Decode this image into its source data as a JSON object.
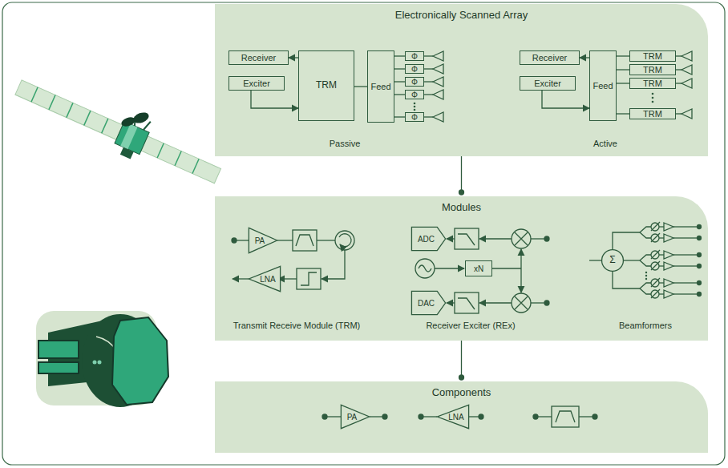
{
  "diagram": {
    "nodes": [
      {
        "text": [
          "Electronically Scanned Array"
        ]
      },
      {
        "text": [
          "Receiver"
        ],
        "in": 0
      },
      {
        "text": [
          "Exciter"
        ],
        "in": 0
      },
      {
        "text": [
          "TRM"
        ],
        "in": 0
      },
      {
        "text": [
          "Feed"
        ],
        "in": 0
      },
      {
        "text": [
          "Φ"
        ],
        "in": 0
      },
      {
        "text": [
          "Φ"
        ],
        "in": 0
      },
      {
        "text": [
          "Φ"
        ],
        "in": 0
      },
      {
        "text": [
          "Φ"
        ],
        "in": 0
      },
      {
        "text": [
          "Φ"
        ],
        "in": 0
      },
      {
        "text": [
          "Receiver"
        ],
        "in": 0
      },
      {
        "text": [
          "Exciter"
        ],
        "in": 0
      },
      {
        "text": [
          "Feed"
        ],
        "in": 0
      },
      {
        "text": [
          "TRM"
        ],
        "in": 0
      },
      {
        "text": [
          "TRM"
        ],
        "in": 0
      },
      {
        "text": [
          "TRM"
        ],
        "in": 0
      },
      {
        "text": [
          "TRM"
        ],
        "in": 0
      },
      {
        "text": [
          "Modules"
        ]
      },
      {
        "text": [
          "PA"
        ],
        "in": 17
      },
      {
        "text": [
          "LNA"
        ],
        "in": 17
      },
      {
        "text": [
          "ADC"
        ],
        "in": 17
      },
      {
        "text": [
          "xN"
        ],
        "in": 17
      },
      {
        "text": [
          "DAC"
        ],
        "in": 17
      },
      {
        "text": [
          "Σ"
        ],
        "in": 17
      },
      {
        "text": [
          "Components"
        ]
      },
      {
        "text": [
          "PA"
        ],
        "in": 24
      },
      {
        "text": [
          "LNA"
        ],
        "in": 24
      }
    ],
    "edges": [
      {
        "from": 3,
        "to": 1,
        "arrow": "to"
      },
      {
        "from": 2,
        "to": 3,
        "arrow": "to"
      },
      {
        "from": 3,
        "to": 4,
        "arrow": "none"
      },
      {
        "from": 4,
        "to": 5,
        "arrow": "none"
      },
      {
        "from": 4,
        "to": 6,
        "arrow": "none"
      },
      {
        "from": 4,
        "to": 7,
        "arrow": "none"
      },
      {
        "from": 4,
        "to": 8,
        "arrow": "none"
      },
      {
        "from": 4,
        "to": 9,
        "arrow": "none"
      },
      {
        "from": 12,
        "to": 10,
        "arrow": "to"
      },
      {
        "from": 11,
        "to": 12,
        "arrow": "to"
      },
      {
        "from": 12,
        "to": 13,
        "arrow": "none"
      },
      {
        "from": 12,
        "to": 14,
        "arrow": "none"
      },
      {
        "from": 12,
        "to": 15,
        "arrow": "none"
      },
      {
        "from": 12,
        "to": 16,
        "arrow": "none"
      },
      {
        "from": 0,
        "to": 17,
        "arrow": "none"
      },
      {
        "from": 17,
        "to": 24,
        "arrow": "none"
      }
    ],
    "labels": [
      "Passive",
      "Active",
      "Transmit Receive Module (TRM)",
      "Receiver Exciter (REx)",
      "Beamformers"
    ]
  }
}
